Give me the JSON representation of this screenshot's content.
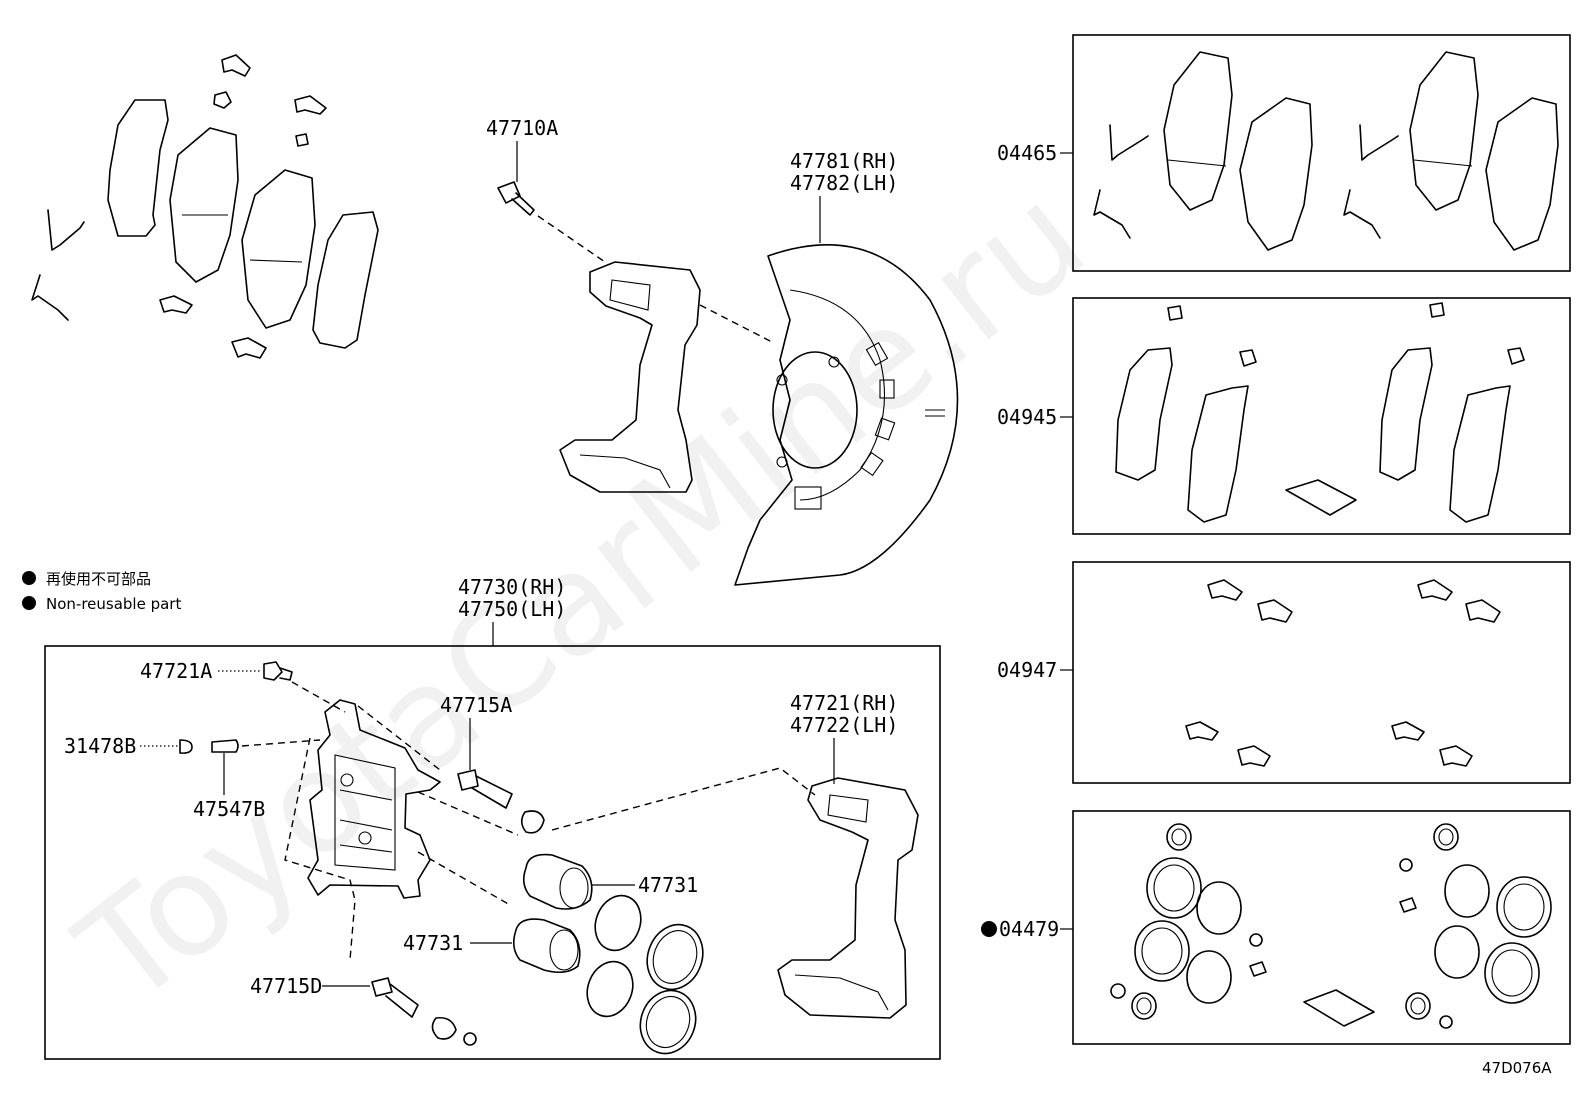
{
  "watermark": "ToyotaCarMine.ru",
  "legend": {
    "line_jp": "再使用不可部品",
    "line_en": "Non-reusable part"
  },
  "diagram_code": "47D076A",
  "part_numbers": {
    "bolt_top": "47710A",
    "shield_rh": "47781(RH)",
    "shield_lh": "47782(LH)",
    "caliper_rh": "47730(RH)",
    "caliper_lh": "47750(LH)",
    "bleeder": "47721A",
    "bleeder_cap": "31478B",
    "plug": "47547B",
    "slide_pin_a": "47715A",
    "mounting_rh": "47721(RH)",
    "mounting_lh": "47722(LH)",
    "piston_upper": "47731",
    "piston_lower": "47731",
    "slide_pin_d": "47715D"
  },
  "kits": [
    {
      "id": "04465",
      "non_reusable": false
    },
    {
      "id": "04945",
      "non_reusable": false
    },
    {
      "id": "04947",
      "non_reusable": false
    },
    {
      "id": "04479",
      "non_reusable": true
    }
  ]
}
